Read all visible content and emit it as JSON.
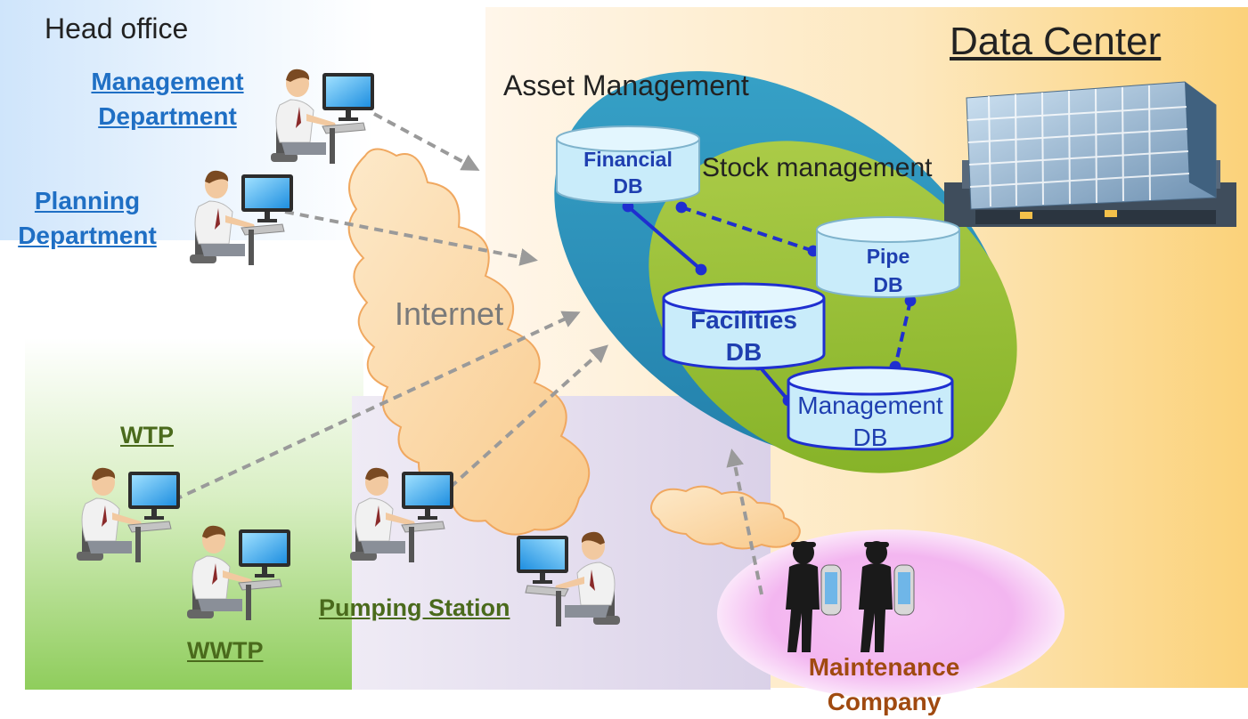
{
  "labels": {
    "head_office": "Head office",
    "data_center": "Data Center",
    "asset_management": "Asset Management",
    "stock_management": "Stock management",
    "internet": "Internet",
    "management_department": [
      "Management",
      "Department"
    ],
    "planning_department": [
      "Planning",
      "Department"
    ],
    "wtp": "WTP",
    "wwtp": "WWTP",
    "pumping_station": "Pumping Station",
    "maintenance_company": [
      "Maintenance",
      "Company"
    ]
  },
  "databases": {
    "financial": [
      "Financial",
      "DB"
    ],
    "pipe": [
      "Pipe",
      "DB"
    ],
    "facilities": [
      "Facilities",
      "DB"
    ],
    "management": [
      "Management",
      "DB"
    ]
  },
  "colors": {
    "head_office_bg": "#dcecfb",
    "data_center_bg": "#fbd98a",
    "site_bg": "#9fd26f",
    "pumping_bg": "#ddd5ea",
    "asset_ellipse": "#2f8fb8",
    "stock_ellipse": "#8dbb2e",
    "db_fill": "#c9ecfa",
    "link_color": "#1f2fd0",
    "cloud_fill": "#fcd8a8",
    "maintenance_bg": "#ea9ee8"
  }
}
